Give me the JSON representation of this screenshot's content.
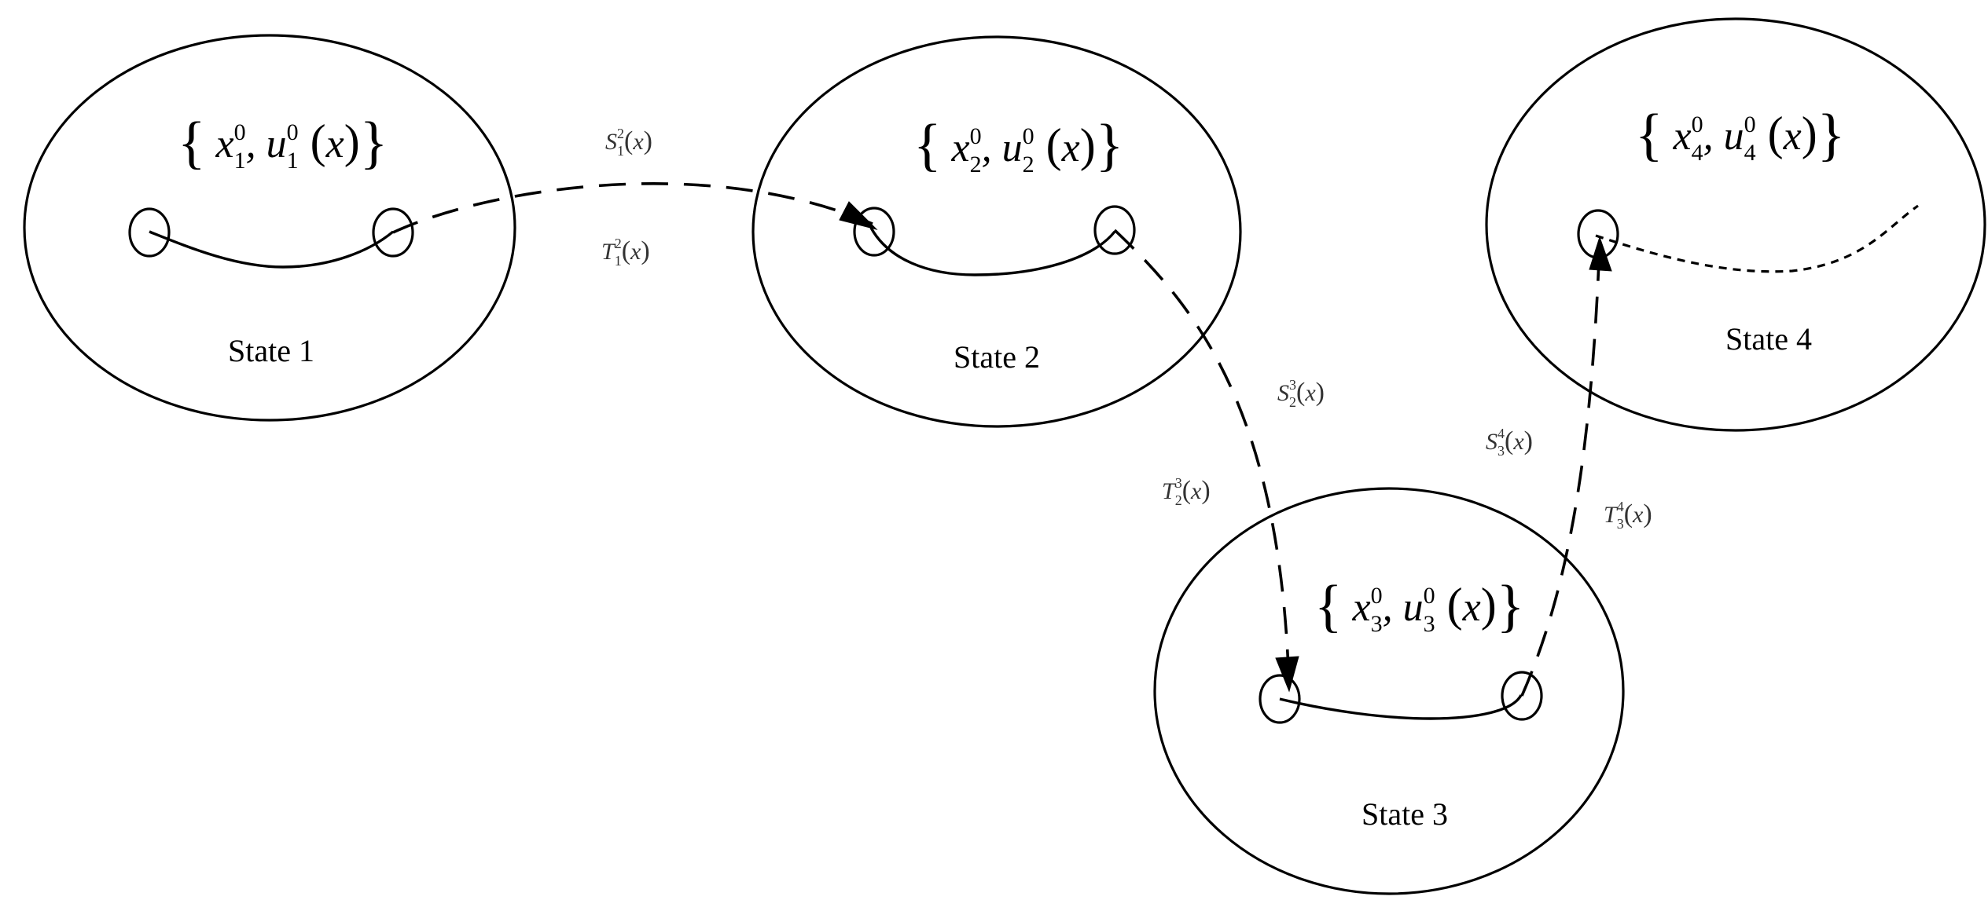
{
  "states": [
    {
      "label": "State 1",
      "set": {
        "x_sub": "1",
        "x_sup": "0",
        "u_sub": "1",
        "u_sup": "0",
        "arg": "x"
      }
    },
    {
      "label": "State 2",
      "set": {
        "x_sub": "2",
        "x_sup": "0",
        "u_sub": "2",
        "u_sup": "0",
        "arg": "x"
      }
    },
    {
      "label": "State 3",
      "set": {
        "x_sub": "3",
        "x_sup": "0",
        "u_sub": "3",
        "u_sup": "0",
        "arg": "x"
      }
    },
    {
      "label": "State 4",
      "set": {
        "x_sub": "4",
        "x_sup": "0",
        "u_sub": "4",
        "u_sup": "0",
        "arg": "x"
      }
    }
  ],
  "transitions": [
    {
      "from": "State 1",
      "to": "State 2",
      "S": {
        "sym": "S",
        "sub": "1",
        "sup": "2",
        "arg": "x"
      },
      "T": {
        "sym": "T",
        "sub": "1",
        "sup": "2",
        "arg": "x"
      }
    },
    {
      "from": "State 2",
      "to": "State 3",
      "S": {
        "sym": "S",
        "sub": "2",
        "sup": "3",
        "arg": "x"
      },
      "T": {
        "sym": "T",
        "sub": "2",
        "sup": "3",
        "arg": "x"
      }
    },
    {
      "from": "State 3",
      "to": "State 4",
      "S": {
        "sym": "S",
        "sub": "3",
        "sup": "4",
        "arg": "x"
      },
      "T": {
        "sym": "T",
        "sub": "3",
        "sup": "4",
        "arg": "x"
      }
    }
  ]
}
